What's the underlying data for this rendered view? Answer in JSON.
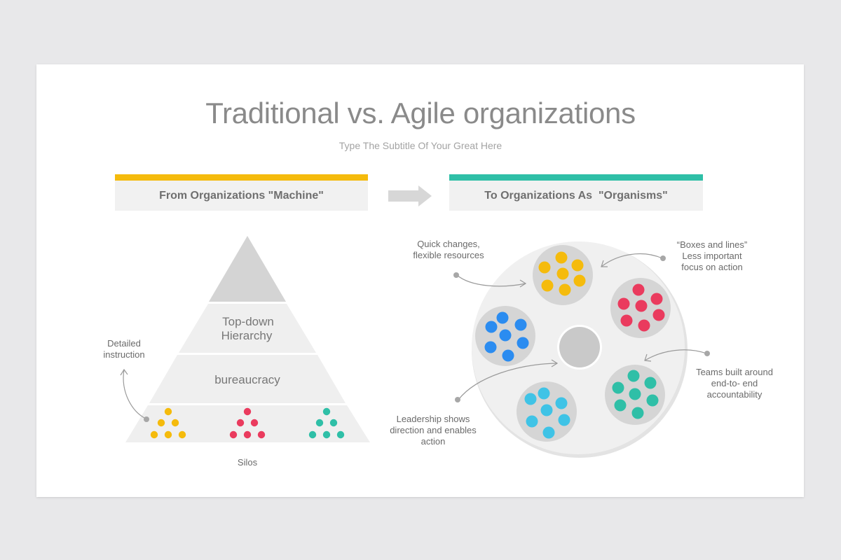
{
  "title": "Traditional vs. Agile organizations",
  "subtitle": "Type The Subtitle Of Your Great Here",
  "left_header": {
    "label": "From Organizations \"Machine\"",
    "bar_color": "#f5bb0c"
  },
  "right_header": {
    "label": "To Organizations As  \"Organisms\"",
    "bar_color": "#2fbfa7"
  },
  "pyramid": {
    "tiers": [
      "Top-down\nHierarchy",
      "bureaucracy"
    ],
    "tier_top_down_line1": "Top-down",
    "tier_top_down_line2": "Hierarchy",
    "tier_bureaucracy": "bureaucracy",
    "base_label": "Silos",
    "side_note_line1": "Detailed",
    "side_note_line2": "instruction",
    "silo_colors": [
      "#f5bb0c",
      "#ea3b5e",
      "#2fbfa7"
    ]
  },
  "organism": {
    "clusters": [
      {
        "color": "#f5bb0c"
      },
      {
        "color": "#ea3b5e"
      },
      {
        "color": "#2fbfa7"
      },
      {
        "color": "#3fc3e6"
      },
      {
        "color": "#2b8cf0"
      }
    ],
    "notes": {
      "quick_line1": "Quick changes,",
      "quick_line2": "flexible resources",
      "boxes_line1": "“Boxes and lines”",
      "boxes_line2": "Less important",
      "boxes_line3": "focus on action",
      "teams_line1": "Teams built around",
      "teams_line2": "end-to- end",
      "teams_line3": "accountability",
      "leader_line1": "Leadership shows",
      "leader_line2": "direction and enables",
      "leader_line3": "action"
    }
  }
}
